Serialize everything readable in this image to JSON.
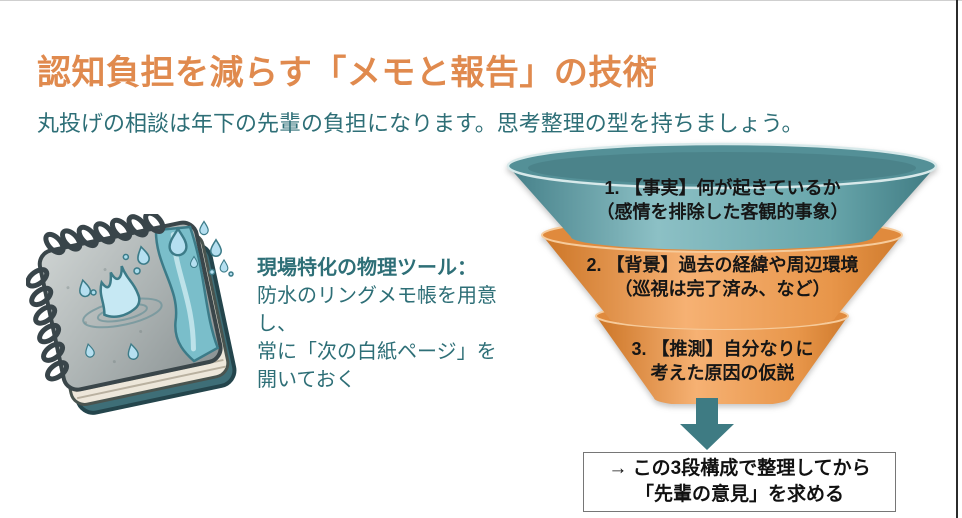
{
  "slide": {
    "title": "認知負担を減らす「メモと報告」の技術",
    "subtitle": "丸投げの相談は年下の先輩の負担になります。思考整理の型を持ちましょう。"
  },
  "tool_note": {
    "heading": "現場特化の物理ツール：",
    "lines": [
      "防水のリングメモ帳を用意し、",
      "常に「次の白紙ページ」を",
      "開いておく"
    ]
  },
  "funnel": {
    "tiers": [
      {
        "line1": "1. 【事実】何が起きているか",
        "line2": "（感情を排除した客観的事象）",
        "color": "#5d9ba1"
      },
      {
        "line1": "2. 【背景】過去の経緯や周辺環境",
        "line2": "（巡視は完了済み、など）",
        "color": "#e8964a"
      },
      {
        "line1": "3. 【推測】自分なりに",
        "line2": "考えた原因の仮説",
        "color": "#e8964a"
      }
    ]
  },
  "conclusion": {
    "line1": "→ この3段構成で整理してから",
    "line2": "「先輩の意見」を求める"
  },
  "illustration": {
    "name": "waterproof-ring-memo-pad"
  },
  "colors": {
    "title_orange": "#e08a4e",
    "body_teal": "#2e6f77",
    "funnel_teal": "#5d9ba1",
    "funnel_orange": "#e8964a",
    "arrow_teal": "#3e7b83",
    "label_black": "#161616"
  }
}
